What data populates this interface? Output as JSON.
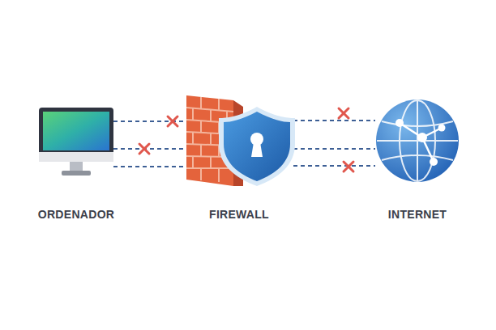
{
  "diagram": {
    "nodes": [
      {
        "text": [
          "ORDENADOR"
        ]
      },
      {
        "text": [
          "FIREWALL"
        ]
      },
      {
        "text": [
          "INTERNET"
        ]
      }
    ],
    "edges": [
      {
        "from": 0,
        "to": 1,
        "arrow": "none"
      },
      {
        "from": 0,
        "to": 1,
        "arrow": "none"
      },
      {
        "from": 0,
        "to": 1,
        "arrow": "none"
      },
      {
        "from": 1,
        "to": 2,
        "arrow": "none"
      },
      {
        "from": 1,
        "to": 2,
        "arrow": "none"
      },
      {
        "from": 1,
        "to": 2,
        "arrow": "none"
      }
    ]
  }
}
